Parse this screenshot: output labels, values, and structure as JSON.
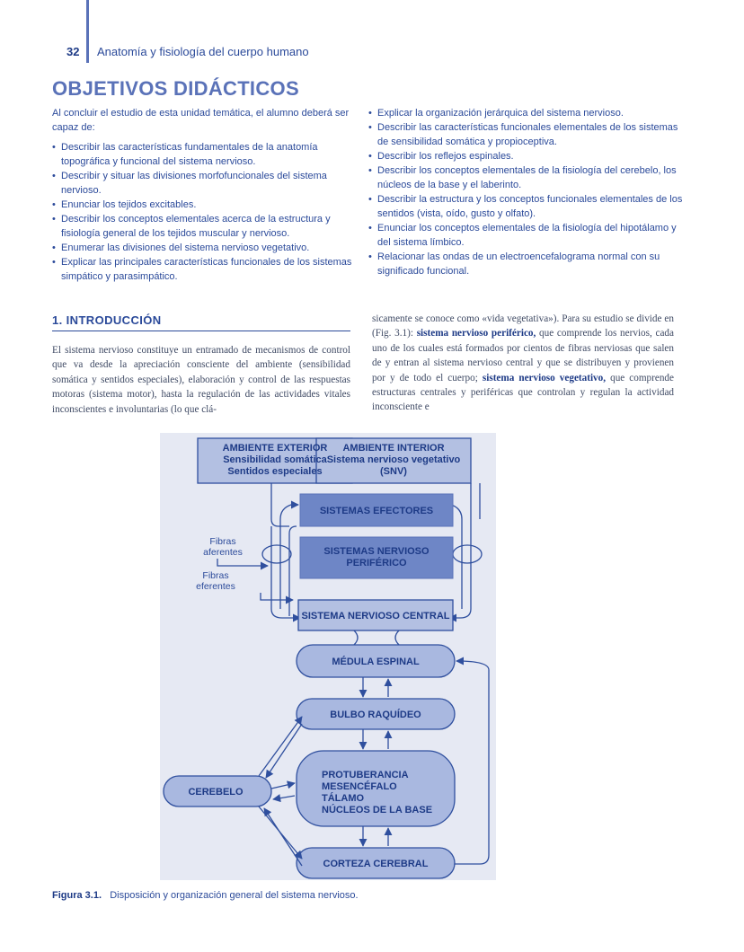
{
  "header": {
    "page_number": "32",
    "running_title": "Anatomía y fisiología del cuerpo humano"
  },
  "objectives": {
    "title": "OBJETIVOS DIDÁCTICOS",
    "intro": "Al concluir el estudio de esta unidad temática, el alumno deberá ser capaz de:",
    "left_items": [
      "Describir las características fundamentales de la anatomía topográfica y funcional del sistema nervioso.",
      "Describir y situar las divisiones morfofuncionales del sistema nervioso.",
      "Enunciar los tejidos excitables.",
      "Describir los conceptos elementales acerca de la estructura y fisiología general de los tejidos muscular y nervioso.",
      "Enumerar las divisiones del sistema nervioso vegetativo.",
      "Explicar las principales características funcionales de los sistemas simpático y parasimpático."
    ],
    "right_items": [
      "Explicar la organización jerárquica del sistema nervioso.",
      "Describir las características funcionales elementales de los sistemas de sensibilidad somática y propioceptiva.",
      "Describir los reflejos espinales.",
      "Describir los conceptos elementales de la fisiología del cerebelo, los núcleos de la base y el laberinto.",
      "Describir la estructura y los conceptos funcionales elementales de los sentidos (vista, oído, gusto y olfato).",
      "Enunciar los conceptos elementales de la fisiología del hipotálamo y del sistema límbico.",
      "Relacionar las ondas de un electroencefalograma normal con su significado funcional."
    ]
  },
  "introduction": {
    "heading": "1. INTRODUCCIÓN",
    "left_paragraph": "El sistema nervioso constituye un entramado de mecanismos de control que va desde la apreciación consciente del ambiente (sensibilidad somática y sentidos especiales), elaboración y control de las respuestas motoras (sistema motor), hasta la regulación de las actividades vitales inconscientes e involuntarias (lo que clá-",
    "right_part1": "sicamente se conoce como «vida vegetativa»). Para su estudio se divide en (Fig. 3.1): ",
    "right_bold1": "sistema nervioso periférico,",
    "right_part2": " que comprende los nervios, cada uno de los cuales está formados por cientos de fibras nerviosas que salen de y entran al sistema nervioso central y que se distribuyen y provienen por y de todo el cuerpo; ",
    "right_bold2": "sistema nervioso vegetativo,",
    "right_part3": " que comprende estructuras centrales y periféricas que controlan y regulan la actividad inconsciente e"
  },
  "diagram": {
    "ambiente_exterior": [
      "AMBIENTE EXTERIOR",
      "Sensibilidad somática",
      "Sentidos especiales"
    ],
    "ambiente_interior": [
      "AMBIENTE INTERIOR",
      "Sistema nervioso vegetativo",
      "(SNV)"
    ],
    "sistemas_efectores": "SISTEMAS EFECTORES",
    "sistemas_periferico": [
      "SISTEMAS NERVIOSO",
      "PERIFÉRICO"
    ],
    "fibras_aferentes": [
      "Fibras",
      "aferentes"
    ],
    "fibras_eferentes": [
      "Fibras",
      "eferentes"
    ],
    "snc": "SISTEMA NERVIOSO CENTRAL",
    "medula": "MÉDULA ESPINAL",
    "bulbo": "BULBO RAQUÍDEO",
    "protuberancia": [
      "PROTUBERANCIA",
      "MESENCÉFALO",
      "TÁLAMO",
      "NÚCLEOS DE LA BASE"
    ],
    "cerebelo": "CEREBELO",
    "corteza": "CORTEZA CEREBRAL",
    "colors": {
      "dark_box": "#6e86c6",
      "light_box": "#b3c0e2",
      "pill": "#a9b8e0",
      "line": "#2f4f9e",
      "bg": "#e6e9f3"
    }
  },
  "caption": {
    "label": "Figura 3.1.",
    "text": "Disposición y organización general del sistema nervioso."
  }
}
